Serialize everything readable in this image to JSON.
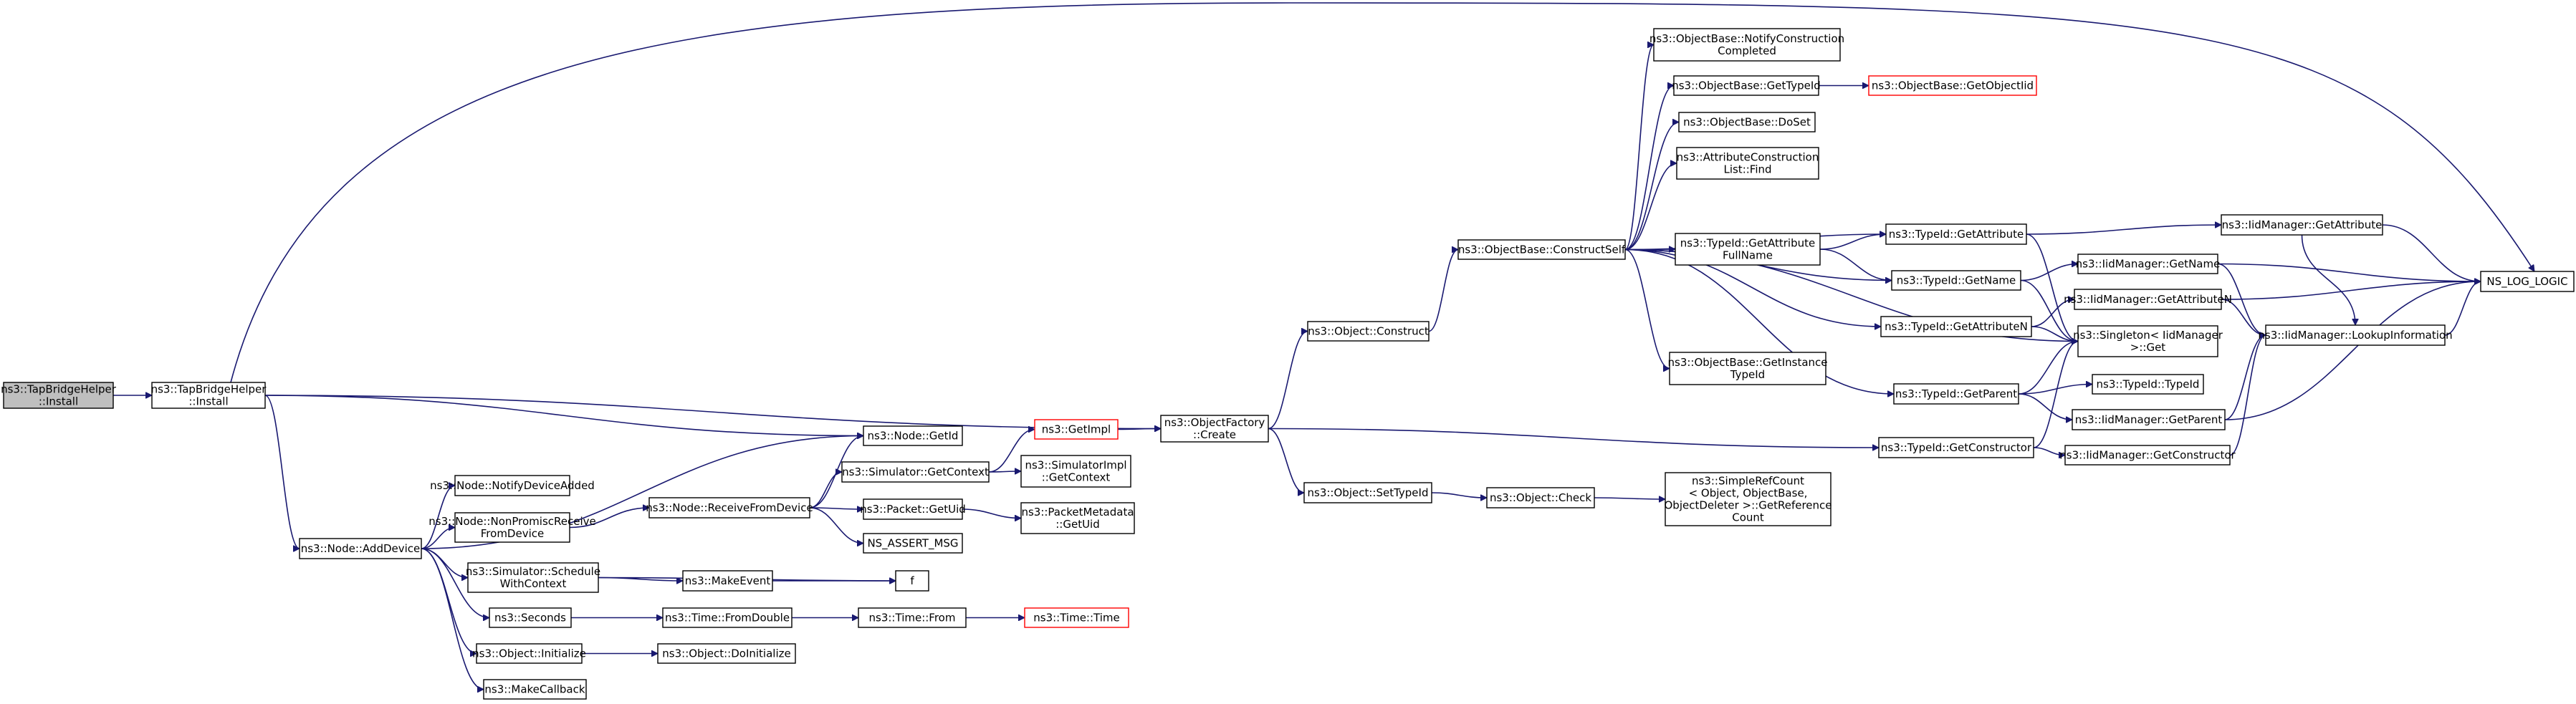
{
  "diagram": {
    "nodes": [
      {
        "id": "n_install_root",
        "lines": [
          "ns3::TapBridgeHelper",
          "::Install"
        ],
        "style": "highlight"
      },
      {
        "id": "n_install",
        "lines": [
          "ns3::TapBridgeHelper",
          "::Install"
        ],
        "style": "normal"
      },
      {
        "id": "n_adddevice",
        "lines": [
          "ns3::Node::AddDevice"
        ],
        "style": "normal"
      },
      {
        "id": "n_getid",
        "lines": [
          "ns3::Node::GetId"
        ],
        "style": "normal"
      },
      {
        "id": "n_notifydeviceadded",
        "lines": [
          "ns3::Node::NotifyDeviceAdded"
        ],
        "style": "normal"
      },
      {
        "id": "n_nonpromisc",
        "lines": [
          "ns3::Node::NonPromiscReceive",
          "FromDevice"
        ],
        "style": "normal"
      },
      {
        "id": "n_receivefromdevice",
        "lines": [
          "ns3::Node::ReceiveFromDevice"
        ],
        "style": "normal"
      },
      {
        "id": "n_sim_getcontext",
        "lines": [
          "ns3::Simulator::GetContext"
        ],
        "style": "normal"
      },
      {
        "id": "n_simimpl_getcontext",
        "lines": [
          "ns3::SimulatorImpl",
          "::GetContext"
        ],
        "style": "normal"
      },
      {
        "id": "n_getimpl",
        "lines": [
          "ns3::GetImpl"
        ],
        "style": "red"
      },
      {
        "id": "n_packet_getuid",
        "lines": [
          "ns3::Packet::GetUid"
        ],
        "style": "normal"
      },
      {
        "id": "n_pktmeta_getuid",
        "lines": [
          "ns3::PacketMetadata",
          "::GetUid"
        ],
        "style": "normal"
      },
      {
        "id": "n_assert",
        "lines": [
          "NS_ASSERT_MSG"
        ],
        "style": "normal"
      },
      {
        "id": "n_schedulewithcontext",
        "lines": [
          "ns3::Simulator::Schedule",
          "WithContext"
        ],
        "style": "normal"
      },
      {
        "id": "n_makeevent",
        "lines": [
          "ns3::MakeEvent"
        ],
        "style": "normal"
      },
      {
        "id": "n_f",
        "lines": [
          "f"
        ],
        "style": "normal"
      },
      {
        "id": "n_seconds",
        "lines": [
          "ns3::Seconds"
        ],
        "style": "normal"
      },
      {
        "id": "n_fromdouble",
        "lines": [
          "ns3::Time::FromDouble"
        ],
        "style": "normal"
      },
      {
        "id": "n_time_from",
        "lines": [
          "ns3::Time::From"
        ],
        "style": "normal"
      },
      {
        "id": "n_time_time",
        "lines": [
          "ns3::Time::Time"
        ],
        "style": "red"
      },
      {
        "id": "n_obj_initialize",
        "lines": [
          "ns3::Object::Initialize"
        ],
        "style": "normal"
      },
      {
        "id": "n_obj_doinitialize",
        "lines": [
          "ns3::Object::DoInitialize"
        ],
        "style": "normal"
      },
      {
        "id": "n_makecallback",
        "lines": [
          "ns3::MakeCallback"
        ],
        "style": "normal"
      },
      {
        "id": "n_objfactory_create",
        "lines": [
          "ns3::ObjectFactory",
          "::Create"
        ],
        "style": "normal"
      },
      {
        "id": "n_obj_construct",
        "lines": [
          "ns3::Object::Construct"
        ],
        "style": "normal"
      },
      {
        "id": "n_obj_settypeid",
        "lines": [
          "ns3::Object::SetTypeId"
        ],
        "style": "normal"
      },
      {
        "id": "n_obj_check",
        "lines": [
          "ns3::Object::Check"
        ],
        "style": "normal"
      },
      {
        "id": "n_simplerefcount",
        "lines": [
          "ns3::SimpleRefCount",
          "< Object, ObjectBase,",
          "ObjectDeleter >::GetReference",
          "Count"
        ],
        "style": "normal"
      },
      {
        "id": "n_constructself",
        "lines": [
          "ns3::ObjectBase::ConstructSelf"
        ],
        "style": "normal"
      },
      {
        "id": "n_notifyconstruction",
        "lines": [
          "ns3::ObjectBase::NotifyConstruction",
          "Completed"
        ],
        "style": "normal"
      },
      {
        "id": "n_ob_gettypeid",
        "lines": [
          "ns3::ObjectBase::GetTypeId"
        ],
        "style": "normal"
      },
      {
        "id": "n_ob_getobjectiid",
        "lines": [
          "ns3::ObjectBase::GetObjectIid"
        ],
        "style": "red"
      },
      {
        "id": "n_ob_doset",
        "lines": [
          "ns3::ObjectBase::DoSet"
        ],
        "style": "normal"
      },
      {
        "id": "n_attrconstruction_find",
        "lines": [
          "ns3::AttributeConstruction",
          "List::Find"
        ],
        "style": "normal"
      },
      {
        "id": "n_tid_getattrfullname",
        "lines": [
          "ns3::TypeId::GetAttribute",
          "FullName"
        ],
        "style": "normal"
      },
      {
        "id": "n_ob_getinstancetypeid",
        "lines": [
          "ns3::ObjectBase::GetInstance",
          "TypeId"
        ],
        "style": "normal"
      },
      {
        "id": "n_tid_getattribute",
        "lines": [
          "ns3::TypeId::GetAttribute"
        ],
        "style": "normal"
      },
      {
        "id": "n_tid_getname",
        "lines": [
          "ns3::TypeId::GetName"
        ],
        "style": "normal"
      },
      {
        "id": "n_tid_getattributen",
        "lines": [
          "ns3::TypeId::GetAttributeN"
        ],
        "style": "normal"
      },
      {
        "id": "n_tid_getparent",
        "lines": [
          "ns3::TypeId::GetParent"
        ],
        "style": "normal"
      },
      {
        "id": "n_tid_getconstructor",
        "lines": [
          "ns3::TypeId::GetConstructor"
        ],
        "style": "normal"
      },
      {
        "id": "n_singleton_get",
        "lines": [
          "ns3::Singleton< IidManager",
          ">::Get"
        ],
        "style": "normal"
      },
      {
        "id": "n_tid_typeid",
        "lines": [
          "ns3::TypeId::TypeId"
        ],
        "style": "normal"
      },
      {
        "id": "n_iid_getattribute",
        "lines": [
          "ns3::IidManager::GetAttribute"
        ],
        "style": "normal"
      },
      {
        "id": "n_iid_getname",
        "lines": [
          "ns3::IidManager::GetName"
        ],
        "style": "normal"
      },
      {
        "id": "n_iid_getattributen",
        "lines": [
          "ns3::IidManager::GetAttributeN"
        ],
        "style": "normal"
      },
      {
        "id": "n_iid_getparent",
        "lines": [
          "ns3::IidManager::GetParent"
        ],
        "style": "normal"
      },
      {
        "id": "n_iid_getconstructor",
        "lines": [
          "ns3::IidManager::GetConstructor"
        ],
        "style": "normal"
      },
      {
        "id": "n_iid_lookup",
        "lines": [
          "ns3::IidManager::LookupInformation"
        ],
        "style": "normal"
      },
      {
        "id": "n_ns_log_logic",
        "lines": [
          "NS_LOG_LOGIC"
        ],
        "style": "normal"
      }
    ]
  }
}
